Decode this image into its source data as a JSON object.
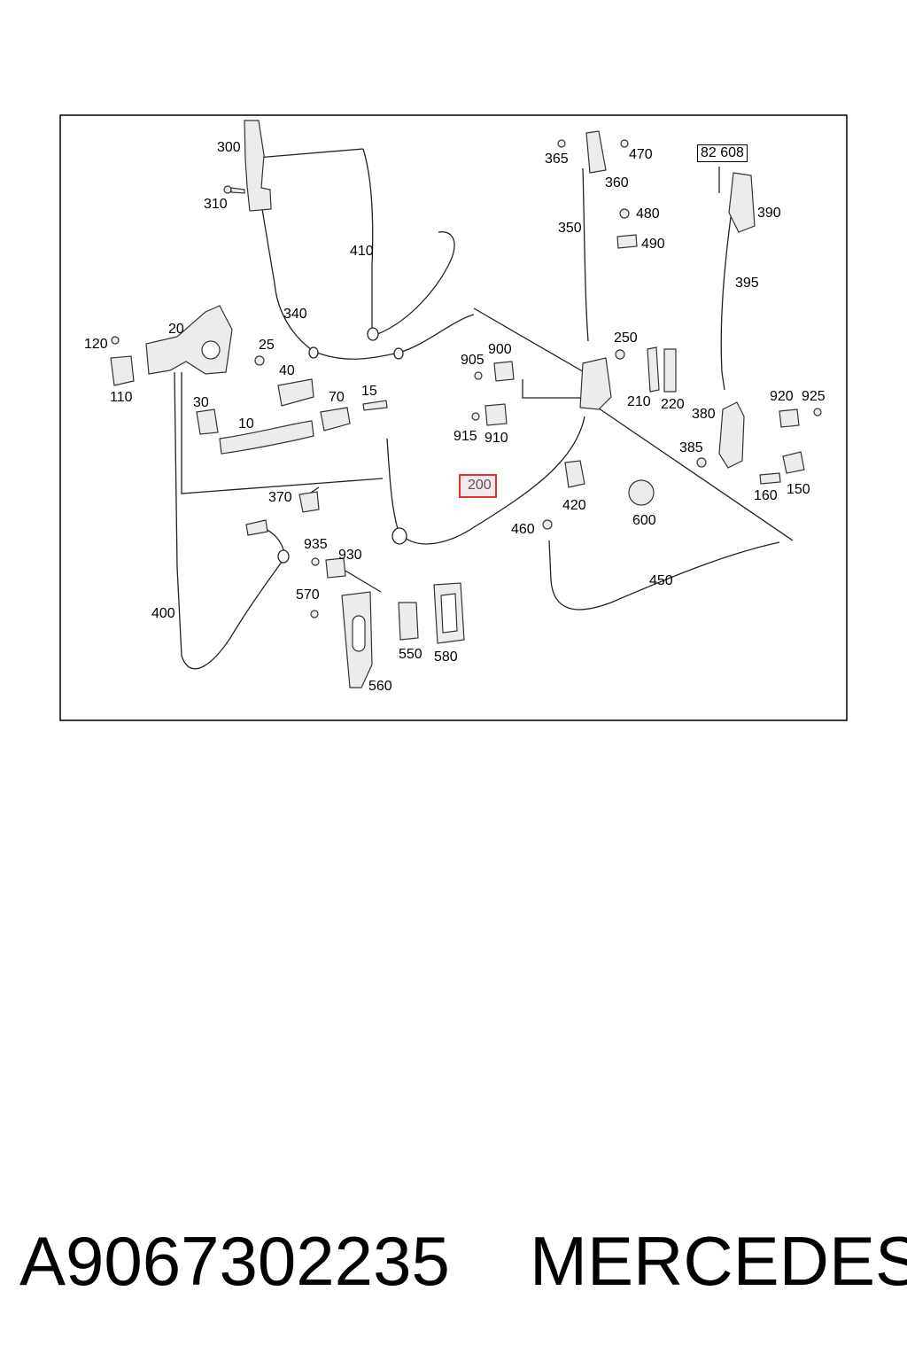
{
  "diagram": {
    "callouts": {
      "c300": "300",
      "c310": "310",
      "c410": "410",
      "c340": "340",
      "c20": "20",
      "c25": "25",
      "c120": "120",
      "c110": "110",
      "c40": "40",
      "c70": "70",
      "c15": "15",
      "c30": "30",
      "c10": "10",
      "c365": "365",
      "c360": "360",
      "c470": "470",
      "c350": "350",
      "c480": "480",
      "c490": "490",
      "c82608": "82 608",
      "c390": "390",
      "c395": "395",
      "c250": "250",
      "c905": "905",
      "c900": "900",
      "c210": "210",
      "c220": "220",
      "c915": "915",
      "c910": "910",
      "c380": "380",
      "c920": "920",
      "c925": "925",
      "c385": "385",
      "c160": "160",
      "c150": "150",
      "c200": "200",
      "c370": "370",
      "c420": "420",
      "c600": "600",
      "c460": "460",
      "c450": "450",
      "c935": "935",
      "c930": "930",
      "c400": "400",
      "c570": "570",
      "c550": "550",
      "c580": "580",
      "c560": "560"
    },
    "highlighted_callout": "200",
    "highlight_color": "#e0312e"
  },
  "caption": {
    "part_number": "A9067302235",
    "brand": "MERCEDES"
  }
}
